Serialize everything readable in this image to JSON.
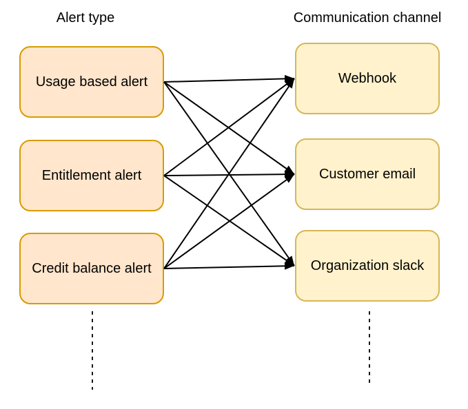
{
  "diagram": {
    "columns": [
      {
        "header": "Alert type",
        "nodes": [
          "Usage based alert",
          "Entitlement alert",
          "Credit balance alert"
        ],
        "fill": "#FFE6CC",
        "stroke": "#D79B00"
      },
      {
        "header": "Communication channel",
        "nodes": [
          "Webhook",
          "Customer email",
          "Organization slack"
        ],
        "fill": "#FFF2CC",
        "stroke": "#D6B656"
      }
    ],
    "edges": [
      {
        "from": "Usage based alert",
        "to": "Webhook"
      },
      {
        "from": "Usage based alert",
        "to": "Customer email"
      },
      {
        "from": "Usage based alert",
        "to": "Organization slack"
      },
      {
        "from": "Entitlement alert",
        "to": "Webhook"
      },
      {
        "from": "Entitlement alert",
        "to": "Customer email"
      },
      {
        "from": "Entitlement alert",
        "to": "Organization slack"
      },
      {
        "from": "Credit balance alert",
        "to": "Webhook"
      },
      {
        "from": "Credit balance alert",
        "to": "Customer email"
      },
      {
        "from": "Credit balance alert",
        "to": "Organization slack"
      }
    ],
    "colors": {
      "arrow": "#000000",
      "text": "#000000",
      "background": "#FFFFFF"
    }
  }
}
